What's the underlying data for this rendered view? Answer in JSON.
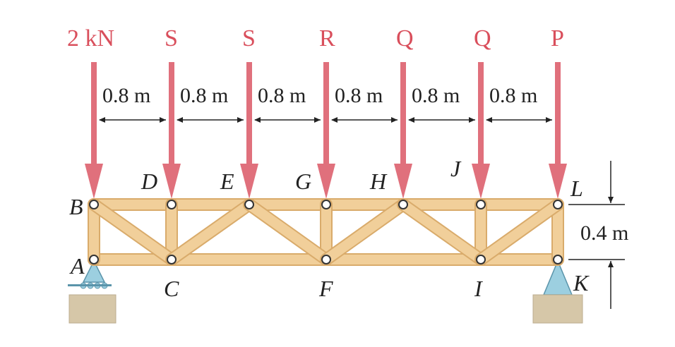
{
  "loads": [
    {
      "label": "2 kN",
      "node": "B"
    },
    {
      "label": "S",
      "node": "D"
    },
    {
      "label": "S",
      "node": "E"
    },
    {
      "label": "R",
      "node": "G"
    },
    {
      "label": "Q",
      "node": "H"
    },
    {
      "label": "Q",
      "node": "J"
    },
    {
      "label": "P",
      "node": "L"
    }
  ],
  "spacing_labels": [
    "0.8 m",
    "0.8 m",
    "0.8 m",
    "0.8 m",
    "0.8 m",
    "0.8 m"
  ],
  "height_label": "0.4 m",
  "top_nodes": [
    "B",
    "D",
    "E",
    "G",
    "H",
    "J",
    "L"
  ],
  "bottom_nodes": [
    "A",
    "C",
    "F",
    "I",
    "K"
  ],
  "colors": {
    "load_arrow": "#e0707c",
    "member": "#f1cf9a",
    "member_edge": "#d9ab6b",
    "support": "#9ccfe0",
    "ground": "#d6c7a8"
  }
}
